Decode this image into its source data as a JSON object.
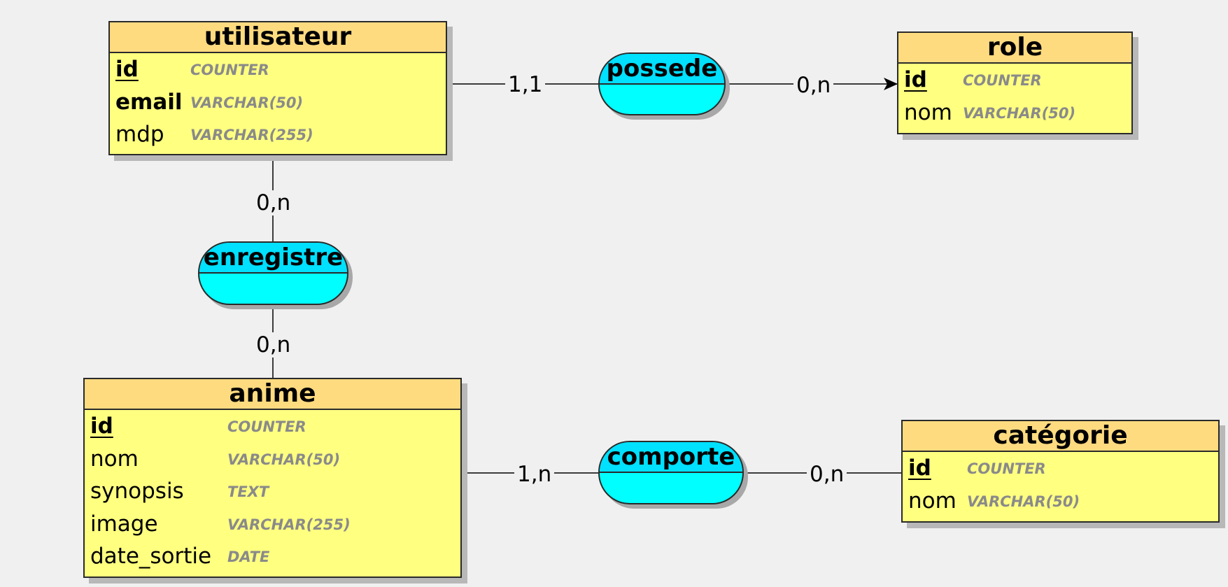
{
  "entities": {
    "utilisateur": {
      "name": "utilisateur",
      "attributes": [
        {
          "name": "id",
          "type": "COUNTER"
        },
        {
          "name": "email",
          "type": "VARCHAR(50)"
        },
        {
          "name": "mdp",
          "type": "VARCHAR(255)"
        }
      ]
    },
    "role": {
      "name": "role",
      "attributes": [
        {
          "name": "id",
          "type": "COUNTER"
        },
        {
          "name": "nom",
          "type": "VARCHAR(50)"
        }
      ]
    },
    "anime": {
      "name": "anime",
      "attributes": [
        {
          "name": "id",
          "type": "COUNTER"
        },
        {
          "name": "nom",
          "type": "VARCHAR(50)"
        },
        {
          "name": "synopsis",
          "type": "TEXT"
        },
        {
          "name": "image",
          "type": "VARCHAR(255)"
        },
        {
          "name": "date_sortie",
          "type": "DATE"
        }
      ]
    },
    "categorie": {
      "name": "catégorie",
      "attributes": [
        {
          "name": "id",
          "type": "COUNTER"
        },
        {
          "name": "nom",
          "type": "VARCHAR(50)"
        }
      ]
    }
  },
  "associations": {
    "possede": {
      "name": "possede",
      "card_left": "1,1",
      "card_right": "0,n"
    },
    "enregistre": {
      "name": "enregistre",
      "card_top": "0,n",
      "card_bottom": "0,n"
    },
    "comporte": {
      "name": "comporte",
      "card_left": "1,n",
      "card_right": "0,n"
    }
  },
  "colors": {
    "entity_header": "#ffdb80",
    "entity_body": "#ffff80",
    "association": "#00ffff",
    "background": "#f0f0f0"
  }
}
